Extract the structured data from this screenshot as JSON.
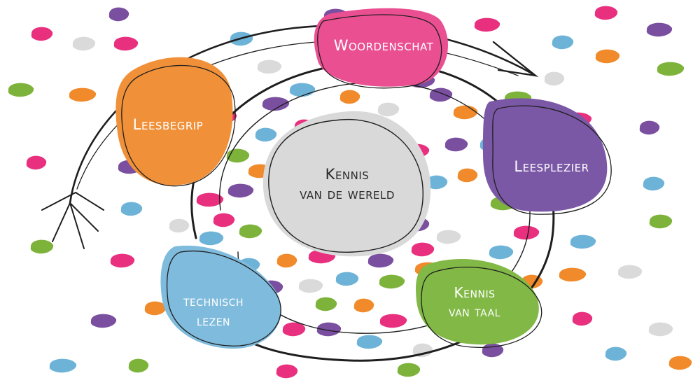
{
  "colors": {
    "pink": "#E8307F",
    "blue": "#6DB3D8",
    "green": "#7DB33A",
    "orange": "#F08A2A",
    "purple": "#7A4FA0",
    "grey": "#DADADA",
    "line": "#1E1E1E"
  },
  "nodes": {
    "center": {
      "line1": "Kennis",
      "line2": "van de wereld"
    },
    "woordenschat": {
      "label": "Woordenschat"
    },
    "leesplezier": {
      "label": "Leesplezier"
    },
    "kennis_taal": {
      "line1": "Kennis",
      "line2": "van taal"
    },
    "technisch_lezen": {
      "line1": "technisch",
      "line2": "lezen"
    },
    "leesbegrip": {
      "label": "Leesbegrip"
    }
  }
}
